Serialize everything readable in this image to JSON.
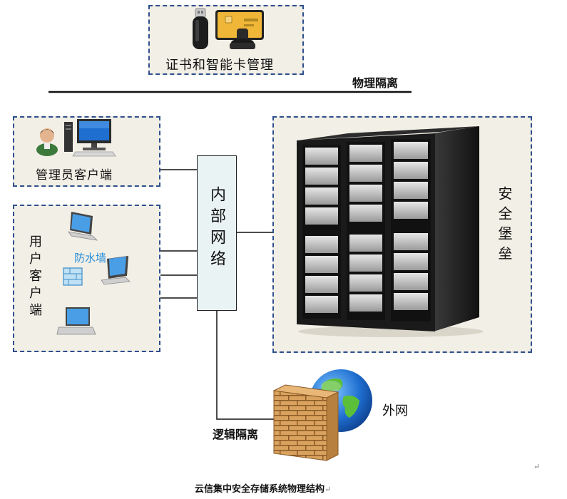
{
  "diagram": {
    "cert_box_label": "证书和智能卡管理",
    "physical_isolation_label": "物理隔离",
    "admin_client_label": "管理员客户端",
    "user_client_label": "用户客户端",
    "firewall_label": "防水墙",
    "internal_network_label": "内部网络",
    "safe_fortress_label": "安全堡垒",
    "external_network_label": "外网",
    "logical_isolation_label": "逻辑隔离",
    "caption": "云信集中安全存储系统物理结构",
    "paragraph_mark": "↵"
  },
  "colors": {
    "box_border": "#2e4f8c",
    "box_fill": "#f2efe6",
    "firewall_text": "#2a8fd8",
    "network_fill": "#eaf3f4"
  }
}
